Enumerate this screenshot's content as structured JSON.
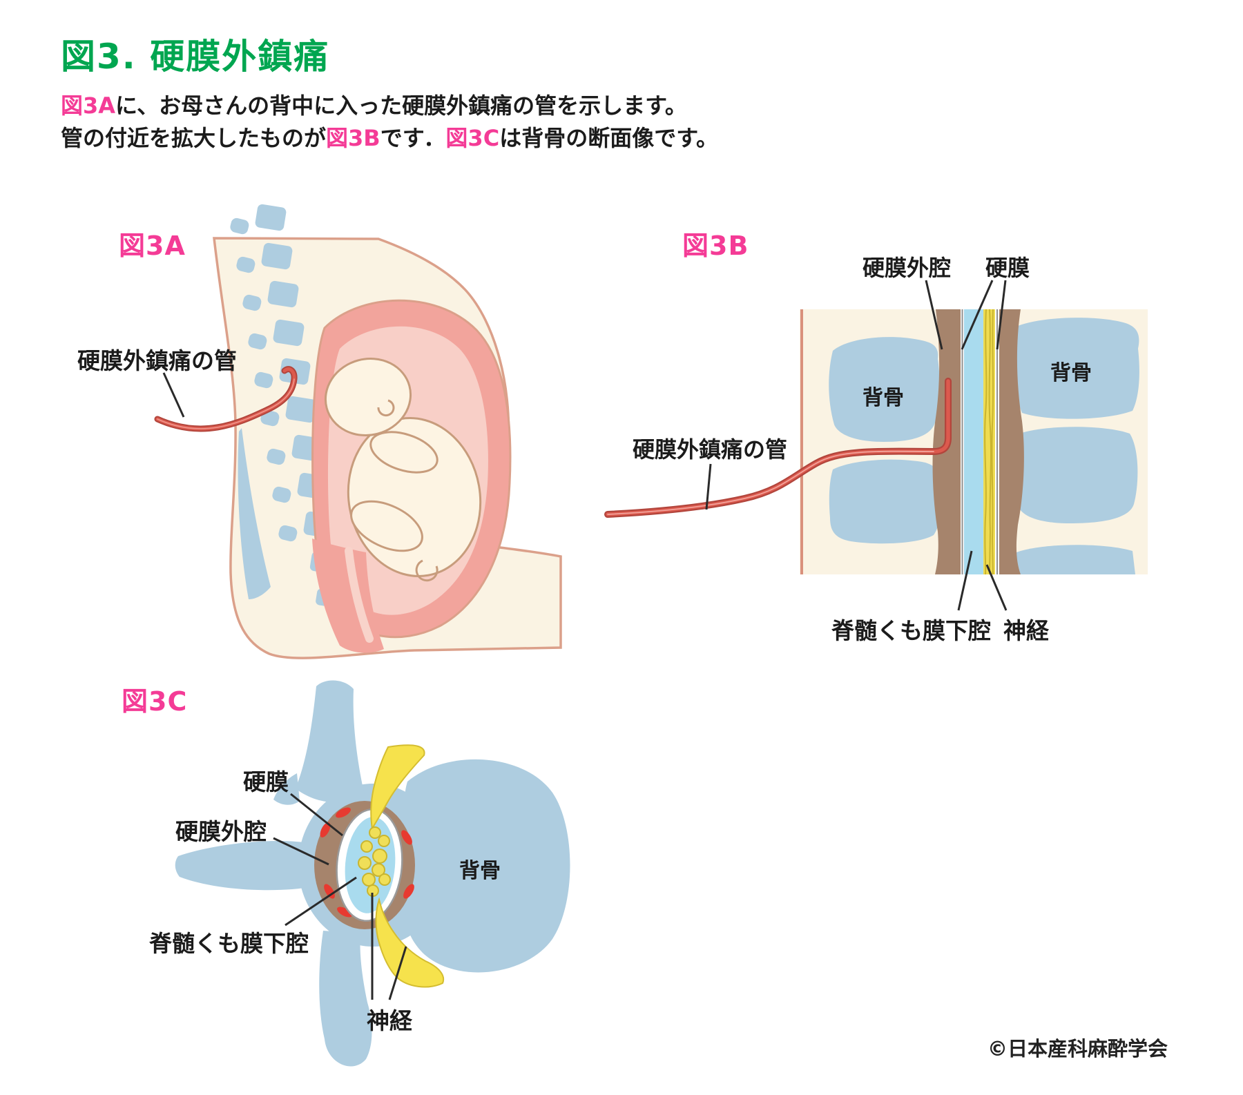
{
  "page": {
    "title": "図3. 硬膜外鎮痛",
    "description": {
      "l1_fig": "図3A",
      "l1_text": "に、お母さんの背中に入った硬膜外鎮痛の管を示します。",
      "l2_text1": "管の付近を拡大したものが",
      "l2_fig1": "図3B",
      "l2_text2": "です．",
      "l2_fig2": "図3C",
      "l2_text3": "は背骨の断面像です。"
    },
    "copyright": "©日本産科麻酔学会"
  },
  "fig3a": {
    "tag": "図3A",
    "catheter_label": "硬膜外鎮痛の管"
  },
  "fig3b": {
    "tag": "図3B",
    "epidural_space_label": "硬膜外腔",
    "dura_label": "硬膜",
    "catheter_label": "硬膜外鎮痛の管",
    "bone_label_left": "背骨",
    "bone_label_right": "背骨",
    "subarachnoid_label": "脊髄くも膜下腔",
    "nerve_label": "神経"
  },
  "fig3c": {
    "tag": "図3C",
    "dura_label": "硬膜",
    "epidural_space_label": "硬膜外腔",
    "subarachnoid_label": "脊髄くも膜下腔",
    "nerve_label": "神経",
    "bone_label": "背骨"
  },
  "colors": {
    "title_green": "#00a650",
    "figure_tag_pink": "#f43b96",
    "body_cream": "#faf3e3",
    "body_outline_salmon": "#dba08a",
    "bone_blue": "#aecde0",
    "epidural_brown": "#a6846c",
    "csf_blue": "#a9dbee",
    "nerve_yellow": "#efdc52",
    "catheter_red": "#da584d",
    "uterus_pink": "#f2a49c",
    "uterus_inner_pink": "#f8cfc7",
    "fetus_cream": "#fdf4e3",
    "vessel_red": "#e73a30",
    "dura_gray": "#8f8f8f"
  }
}
